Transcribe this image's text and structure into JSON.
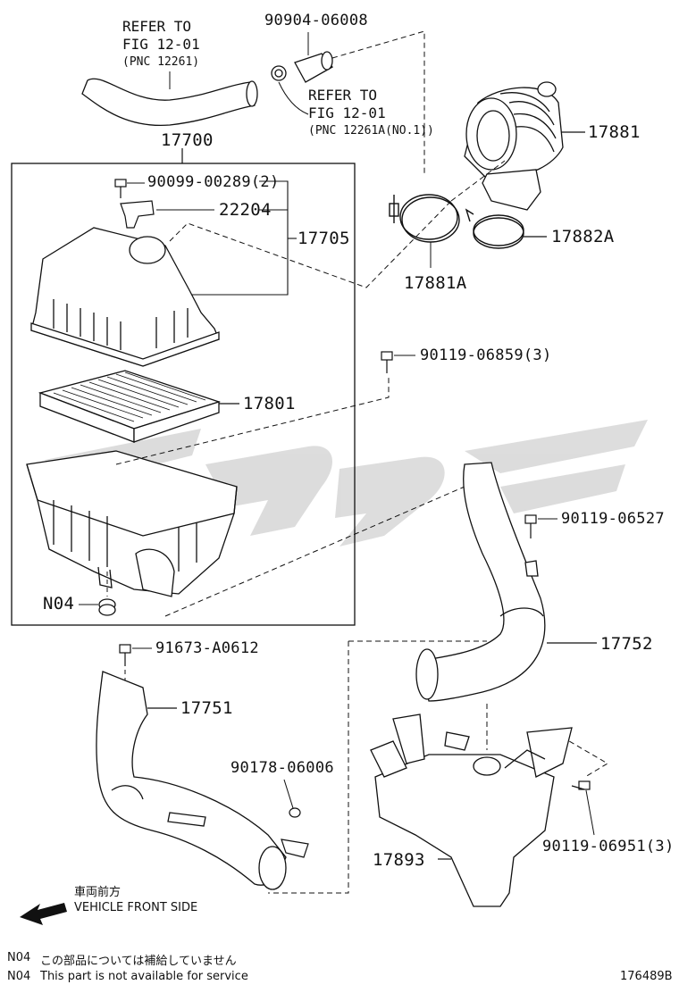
{
  "refs": {
    "ref1": {
      "l1": "REFER TO",
      "l2": "FIG 12-01",
      "l3": "(PNC 12261)"
    },
    "ref2": {
      "l1": "REFER TO",
      "l2": "FIG 12-01",
      "l3": "(PNC 12261A(NO.1))"
    }
  },
  "parts": {
    "p90904": "90904-06008",
    "p17700": "17700",
    "p90099": "90099-00289(2)",
    "p22204": "22204",
    "p17705": "17705",
    "p17881": "17881",
    "p17882A": "17882A",
    "p17881A": "17881A",
    "p90119_06859": "90119-06859(3)",
    "p17801": "17801",
    "p90119_06527": "90119-06527",
    "pN04": "N04",
    "p91673": "91673-A0612",
    "p17752": "17752",
    "p17751": "17751",
    "p90178": "90178-06006",
    "p17893": "17893",
    "p90119_06951": "90119-06951(3)"
  },
  "front": {
    "jp": "車両前方",
    "en": "VEHICLE FRONT SIDE"
  },
  "notes": {
    "jp_code": "N04",
    "jp_text": "この部品については補給していません",
    "en_code": "N04",
    "en_text": "This part is not available for service"
  },
  "figure_id": "176489B"
}
